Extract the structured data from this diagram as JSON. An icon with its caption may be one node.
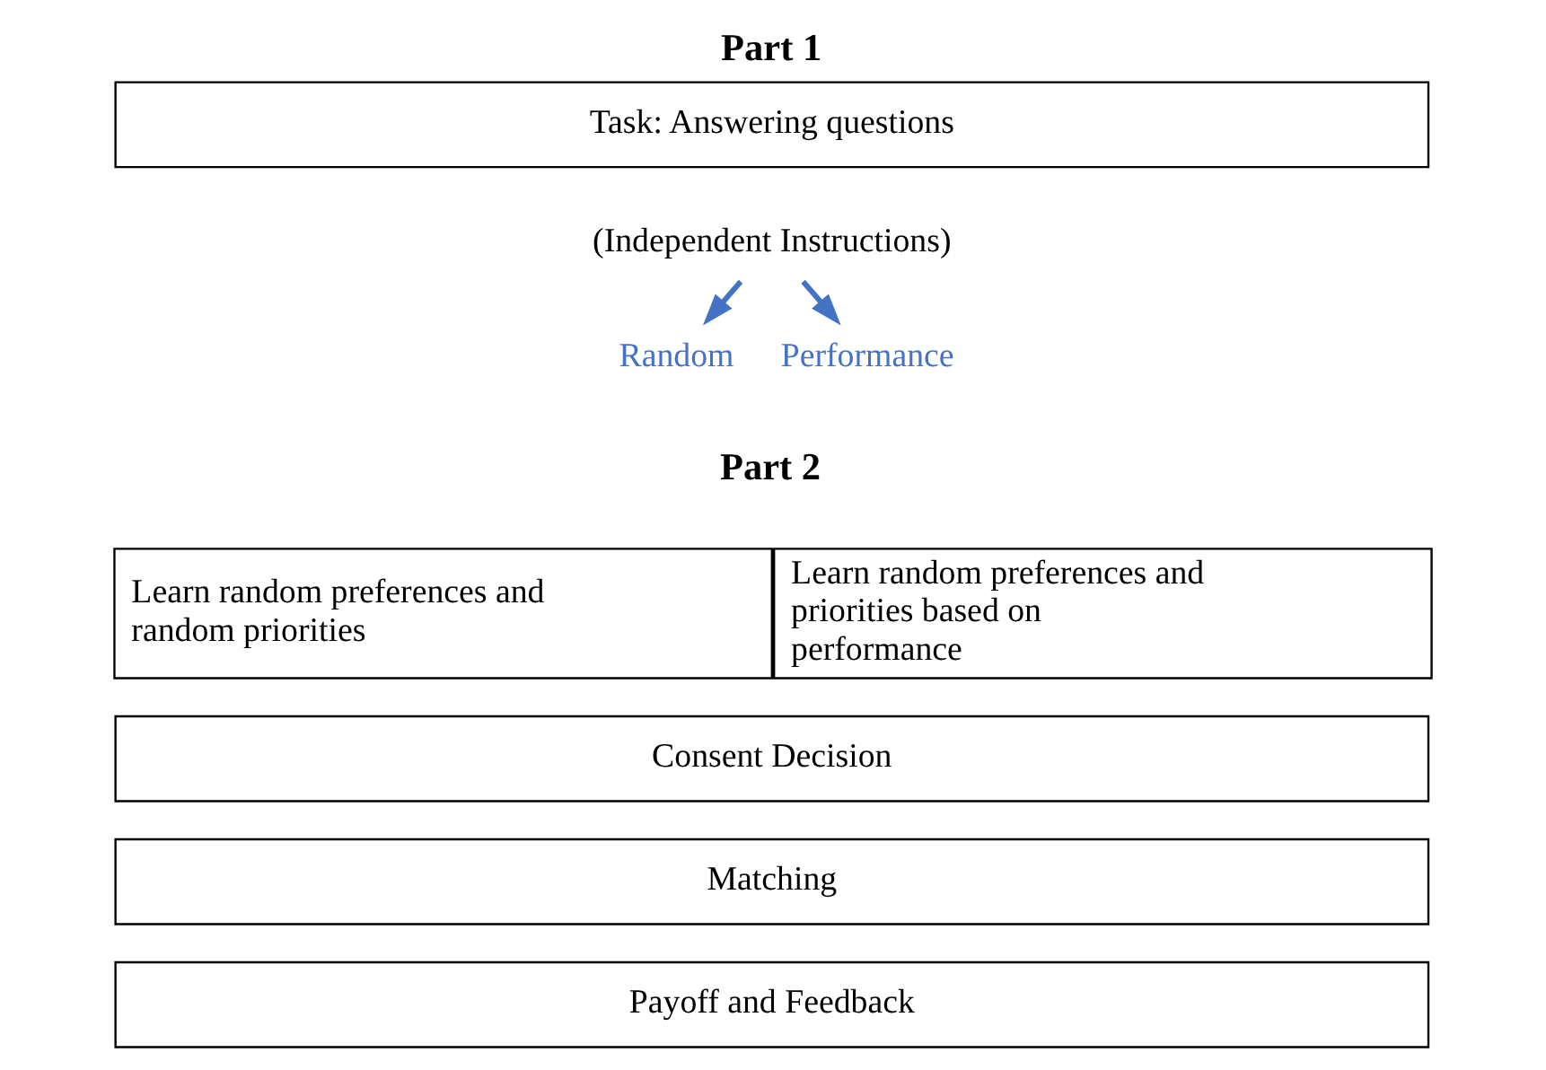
{
  "diagram": {
    "title": "Part 1",
    "nodes": [
      {
        "text": [
          "Task: Answering questions"
        ]
      },
      {
        "text": [
          "(Independent Instructions)"
        ]
      },
      {
        "text": [
          "Random"
        ]
      },
      {
        "text": [
          "Performance"
        ]
      },
      {
        "text": [
          "Learn random preferences and random priorities"
        ]
      },
      {
        "text": [
          "Learn random preferences and priorities based on performance"
        ]
      },
      {
        "text": [
          "Consent Decision"
        ]
      },
      {
        "text": [
          "Matching"
        ]
      },
      {
        "text": [
          "Payoff and Feedback"
        ]
      }
    ],
    "edges": [
      {
        "from": 1,
        "to": 2,
        "arrow": "to",
        "color": "#4472c4"
      },
      {
        "from": 1,
        "to": 3,
        "arrow": "to",
        "color": "#4472c4"
      }
    ],
    "labels": [
      "Part 2"
    ]
  }
}
